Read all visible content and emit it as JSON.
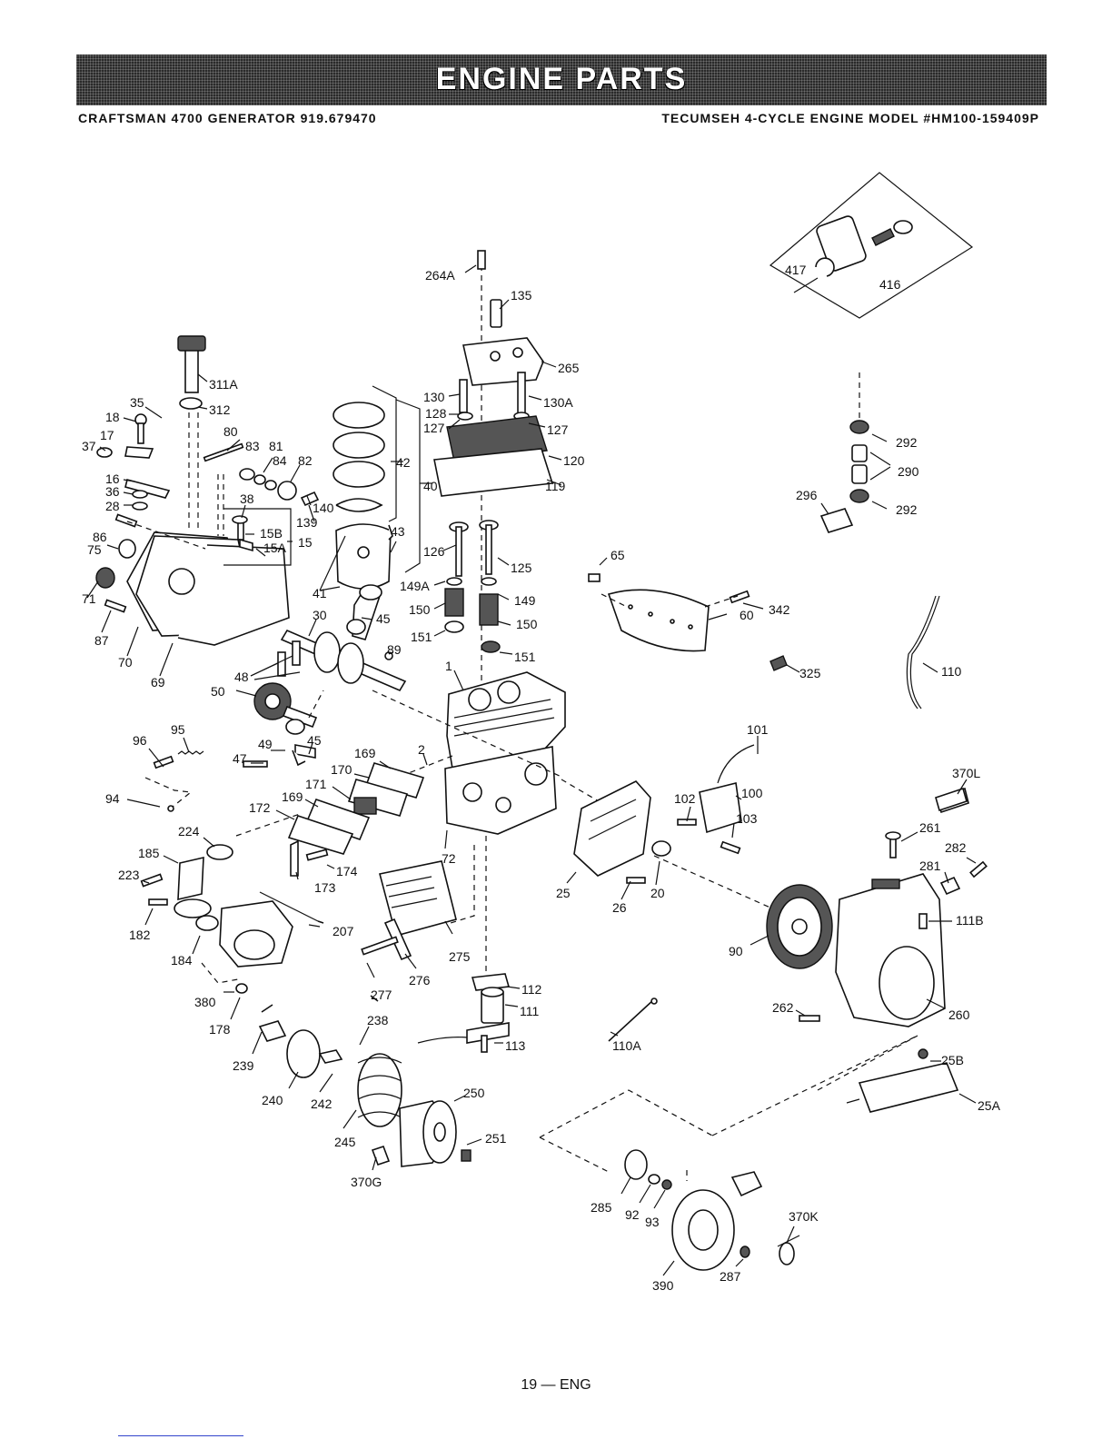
{
  "header": {
    "banner_title": "ENGINE PARTS",
    "left_subtitle": "CRAFTSMAN 4700 GENERATOR 919.679470",
    "right_subtitle": "TECUMSEH 4-CYCLE ENGINE MODEL #HM100-159409P"
  },
  "callouts": {
    "c264A": "264A",
    "c135": "135",
    "c265": "265",
    "c130": "130",
    "c130A": "130A",
    "c128": "128",
    "c127a": "127",
    "c127b": "127",
    "c120": "120",
    "c119": "119",
    "c311A": "311A",
    "c312": "312",
    "c35": "35",
    "c18": "18",
    "c17": "17",
    "c37": "37",
    "c80": "80",
    "c83": "83",
    "c81": "81",
    "c84": "84",
    "c82": "82",
    "c16": "16",
    "c36": "36",
    "c28": "28",
    "c38": "38",
    "c140": "140",
    "c139": "139",
    "c15B": "15B",
    "c15A": "15A",
    "c15": "15",
    "c42": "42",
    "c40": "40",
    "c43": "43",
    "c41": "41",
    "c86": "86",
    "c75": "75",
    "c71": "71",
    "c87": "87",
    "c70": "70",
    "c69": "69",
    "c30": "30",
    "c45a": "45",
    "c48": "48",
    "c89": "89",
    "c1": "1",
    "c126": "126",
    "c125": "125",
    "c149A": "149A",
    "c149": "149",
    "c150a": "150",
    "c150b": "150",
    "c151a": "151",
    "c151b": "151",
    "c65": "65",
    "c342": "342",
    "c60": "60",
    "c325": "325",
    "c417": "417",
    "c416": "416",
    "c292a": "292",
    "c290": "290",
    "c296": "296",
    "c292b": "292",
    "c110": "110",
    "c50": "50",
    "c96": "96",
    "c95": "95",
    "c49": "49",
    "c45b": "45",
    "c47": "47",
    "c94": "94",
    "c169a": "169",
    "c2": "2",
    "c170": "170",
    "c171": "171",
    "c169b": "169",
    "c172": "172",
    "c224": "224",
    "c185": "185",
    "c223": "223",
    "c182": "182",
    "c174": "174",
    "c173": "173",
    "c207": "207",
    "c184": "184",
    "c380": "380",
    "c178": "178",
    "c72": "72",
    "c25": "25",
    "c26": "26",
    "c20": "20",
    "c101": "101",
    "c100": "100",
    "c102": "102",
    "c103": "103",
    "c370L": "370L",
    "c261": "261",
    "c282": "282",
    "c281": "281",
    "c111B": "111B",
    "c90": "90",
    "c262": "262",
    "c260": "260",
    "c275": "275",
    "c276": "276",
    "c277": "277",
    "c112": "112",
    "c111": "111",
    "c113": "113",
    "c110A": "110A",
    "c238": "238",
    "c239": "239",
    "c240": "240",
    "c242": "242",
    "c245": "245",
    "c250": "250",
    "c251": "251",
    "c370G": "370G",
    "c25B": "25B",
    "c25A": "25A",
    "c285": "285",
    "c92": "92",
    "c93": "93",
    "c370K": "370K",
    "c390": "390",
    "c287": "287"
  },
  "footer": {
    "page_label": "19 — ENG"
  }
}
